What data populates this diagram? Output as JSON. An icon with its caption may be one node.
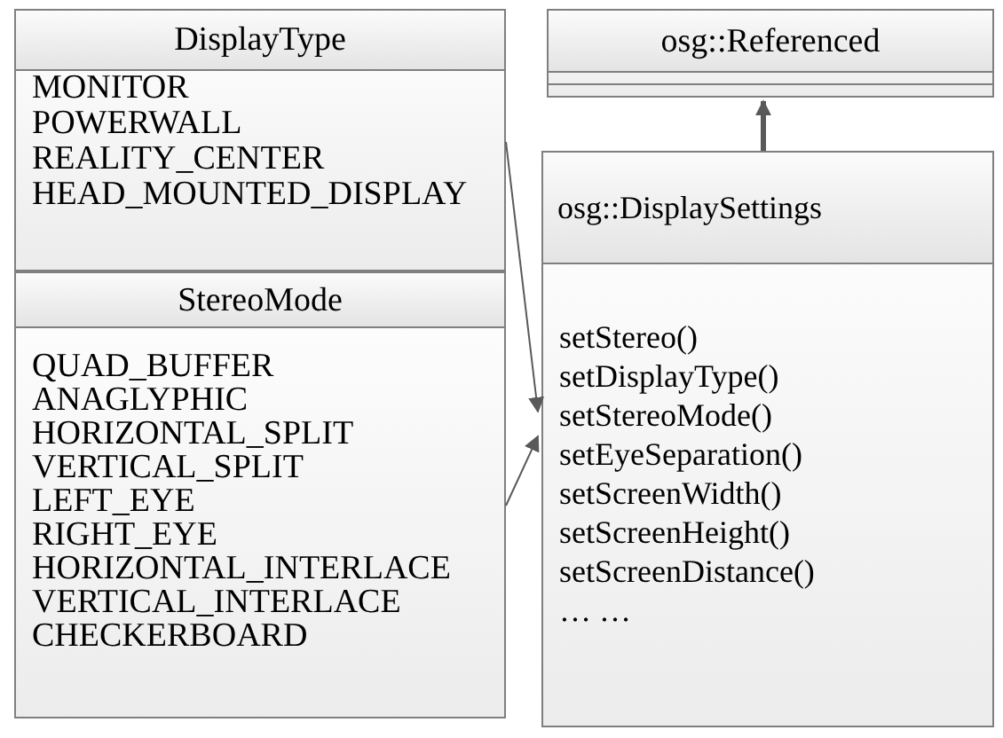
{
  "diagram": {
    "nodes": [
      {
        "text": [
          "DisplayType",
          "MONITOR",
          "POWERWALL",
          "REALITY_CENTER",
          "HEAD_MOUNTED_DISPLAY"
        ]
      },
      {
        "text": [
          "StereoMode",
          "QUAD_BUFFER",
          "ANAGLYPHIC",
          "HORIZONTAL_SPLIT",
          "VERTICAL_SPLIT",
          "LEFT_EYE",
          "RIGHT_EYE",
          "HORIZONTAL_INTERLACE",
          "VERTICAL_INTERLACE",
          "CHECKERBOARD"
        ]
      },
      {
        "text": [
          "osg::Referenced"
        ]
      },
      {
        "text": [
          "osg::DisplaySettings",
          "setStereo()",
          "setDisplayType()",
          "setStereoMode()",
          "setEyeSeparation()",
          "setScreenWidth()",
          "setScreenHeight()",
          "setScreenDistance()",
          "… …"
        ]
      }
    ],
    "edges": [
      {
        "from": 0,
        "to": 3,
        "arrow": "to"
      },
      {
        "from": 1,
        "to": 3,
        "arrow": "to"
      },
      {
        "from": 3,
        "to": 2,
        "arrow": "to",
        "style": "thick"
      }
    ]
  }
}
